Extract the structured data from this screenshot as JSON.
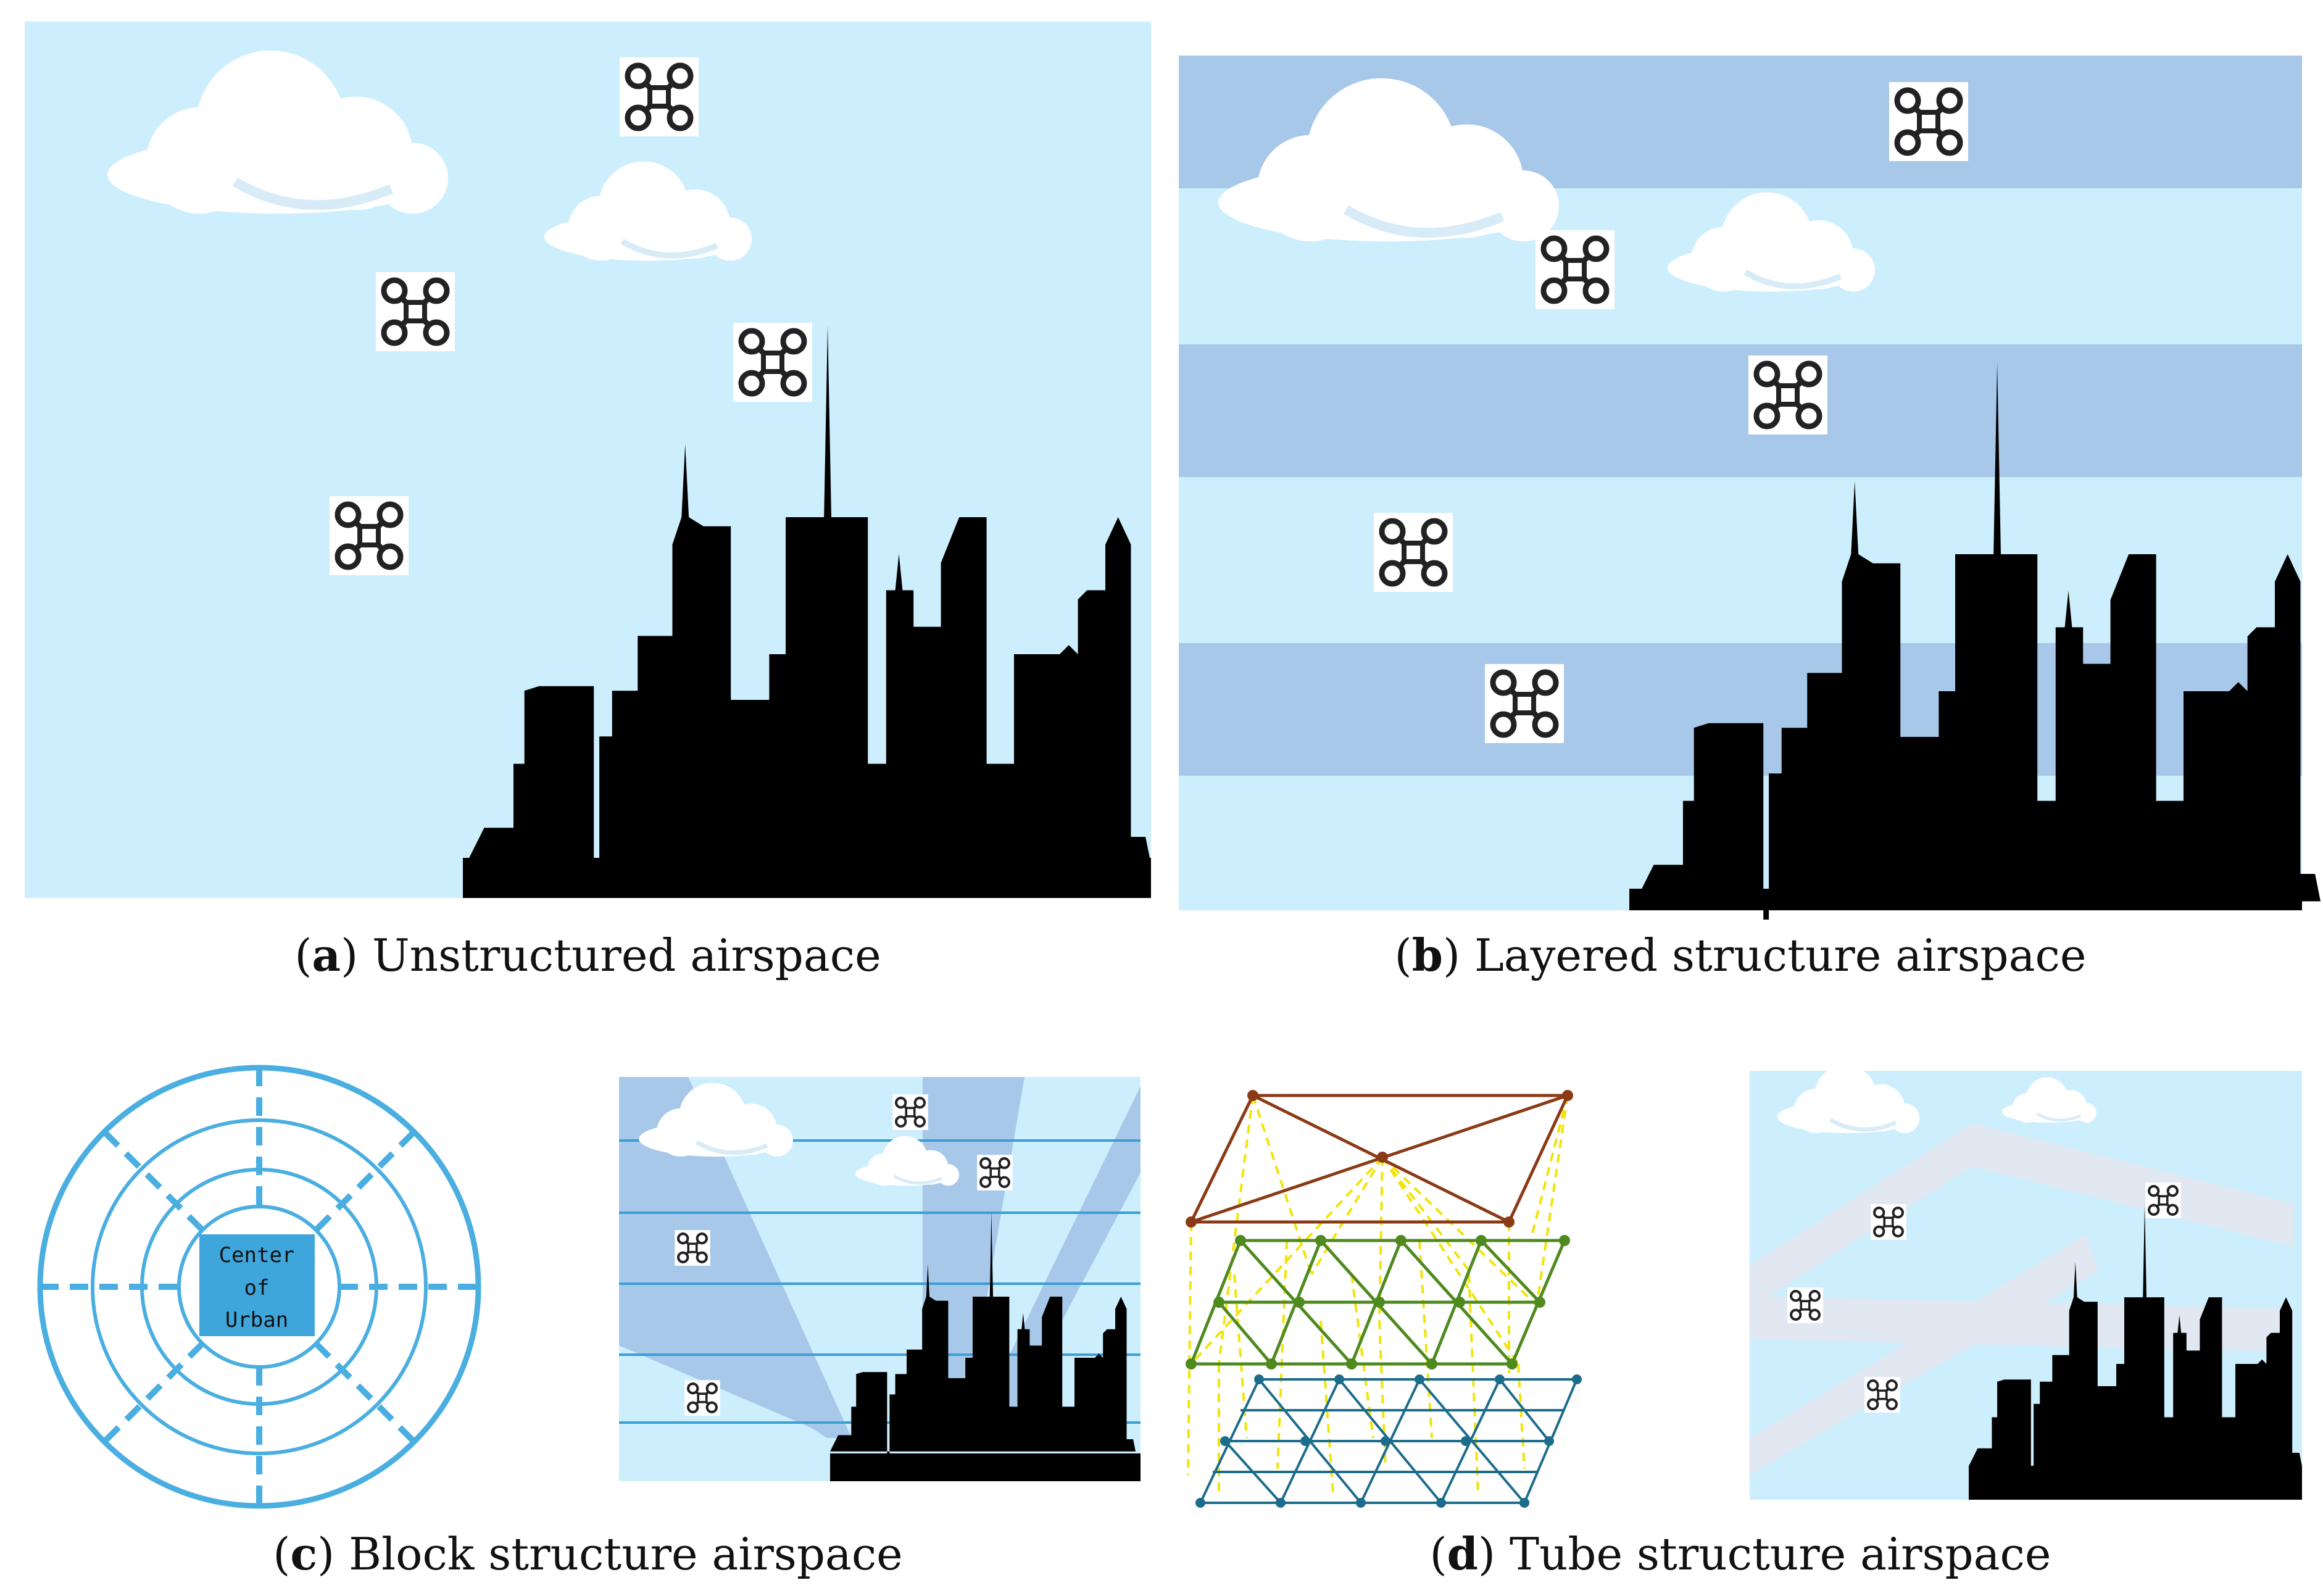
{
  "panels": {
    "a": {
      "letter": "a",
      "title": "Unstructured airspace"
    },
    "b": {
      "letter": "b",
      "title": "Layered structure airspace"
    },
    "c": {
      "letter": "c",
      "title": "Block structure airspace",
      "center_lines": [
        "Center",
        "of",
        "Urban"
      ]
    },
    "d": {
      "letter": "d",
      "title": "Tube structure airspace"
    }
  },
  "colors": {
    "sky": "#cdeefc",
    "layer_band": "#a8c8ea",
    "building": "#000000",
    "ring": "#4aaee0",
    "center_box": "#3fa6dc",
    "network_top": "#8b3a16",
    "network_mid": "#4e8a1e",
    "network_bottom": "#1c6c8c",
    "network_links": "#f2e40a",
    "tube": "#e2e8f2"
  },
  "icons": [
    "drone-icon",
    "cloud-icon",
    "city-skyline"
  ]
}
